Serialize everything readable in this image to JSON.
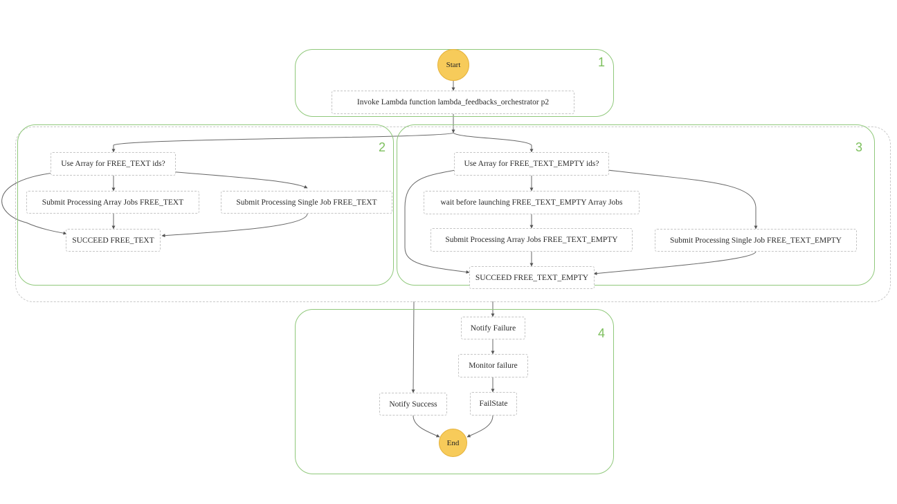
{
  "groups": [
    {
      "label": "1"
    },
    {
      "label": "2"
    },
    {
      "label": "3"
    },
    {
      "label": "4"
    }
  ],
  "start": "Start",
  "end": "End",
  "nodes": {
    "invoke_lambda": "Invoke Lambda function lambda_feedbacks_orchestrator p2",
    "choice_free_text": "Use Array for FREE_TEXT ids?",
    "array_free_text": "Submit Processing Array Jobs FREE_TEXT",
    "single_free_text": "Submit Processing Single Job FREE_TEXT",
    "succeed_free_text": "SUCCEED FREE_TEXT",
    "choice_free_text_empty": "Use Array for FREE_TEXT_EMPTY ids?",
    "wait_free_text_empty": "wait before launching FREE_TEXT_EMPTY Array Jobs",
    "array_free_text_empty": "Submit Processing Array Jobs FREE_TEXT_EMPTY",
    "single_free_text_empty": "Submit Processing Single Job FREE_TEXT_EMPTY",
    "succeed_free_text_empty": "SUCCEED FREE_TEXT_EMPTY",
    "notify_failure": "Notify Failure",
    "monitor_failure": "Monitor failure",
    "fail_state": "FailState",
    "notify_success": "Notify Success"
  },
  "colors": {
    "group_border": "#8fc87a",
    "group_label": "#7cbf5c",
    "terminal_fill": "#f7cb5a",
    "node_border": "#c4c4c4",
    "edge": "#555555"
  }
}
